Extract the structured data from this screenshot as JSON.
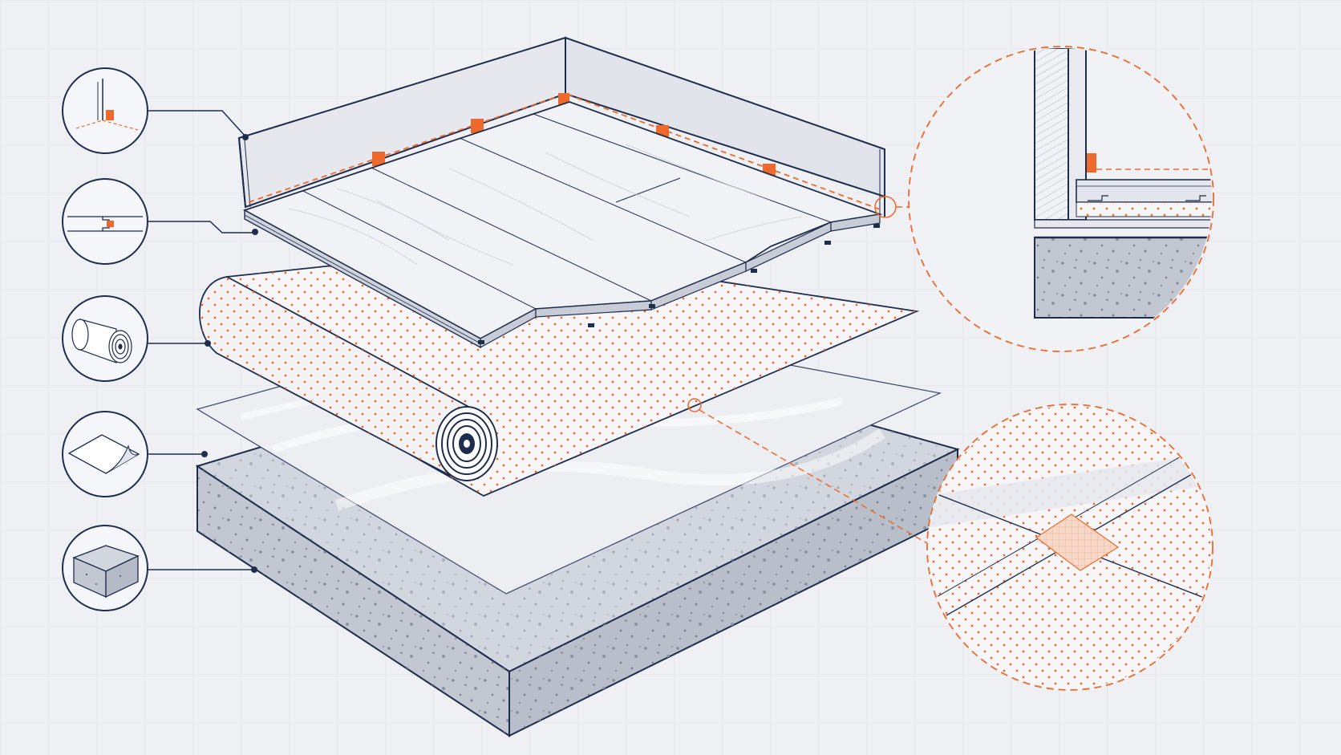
{
  "diagram": {
    "kind": "exploded-isometric-floor-installation",
    "colors": {
      "background": "#eef0f4",
      "grid": "#dde1e8",
      "line": "#1f2d4d",
      "accent": "#ee6a2c",
      "concrete": "#c7ccd6",
      "concrete_dark": "#9aa1ae",
      "plank": "#f1f2f5",
      "underlay": "#f6f6f8",
      "film": "#e9ebf0"
    },
    "layers_top_to_bottom": [
      {
        "id": "wall-and-spacers",
        "icon": "wall-corner-spacer-icon"
      },
      {
        "id": "click-lock-planks",
        "icon": "tongue-groove-joint-icon"
      },
      {
        "id": "foam-underlay-roll",
        "icon": "underlay-roll-icon"
      },
      {
        "id": "vapor-barrier-film",
        "icon": "vapor-barrier-sheet-icon"
      },
      {
        "id": "concrete-subfloor",
        "icon": "concrete-block-icon"
      }
    ],
    "details": [
      {
        "id": "expansion-gap-detail",
        "icon": "expansion-gap-section-icon"
      },
      {
        "id": "taped-seam-detail",
        "icon": "taped-seam-icon"
      }
    ]
  }
}
